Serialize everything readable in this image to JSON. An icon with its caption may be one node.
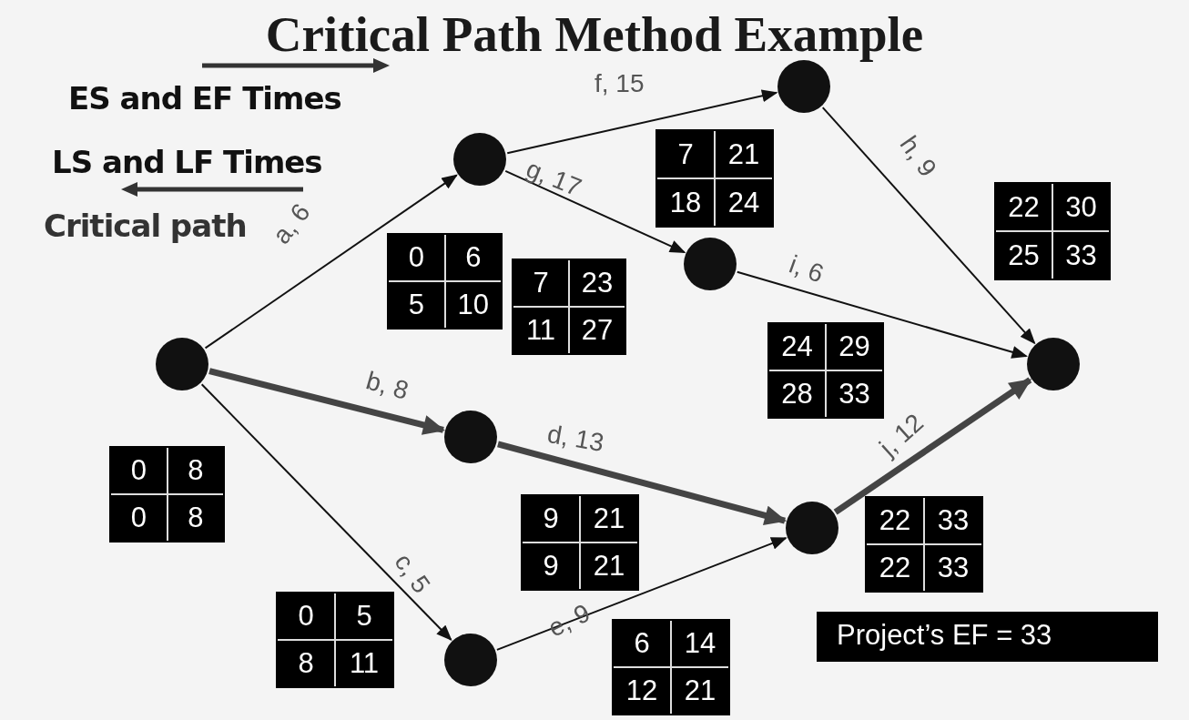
{
  "diagram": {
    "title": "Critical Path Method Example",
    "nodes": [
      {
        "text": [],
        "shape": "circle"
      },
      {
        "text": [],
        "shape": "circle"
      },
      {
        "text": [],
        "shape": "circle"
      },
      {
        "text": [],
        "shape": "circle"
      },
      {
        "text": [],
        "shape": "circle"
      },
      {
        "text": [],
        "shape": "circle"
      },
      {
        "text": [],
        "shape": "circle"
      },
      {
        "text": [],
        "shape": "circle"
      },
      {
        "text": [
          "0",
          "6",
          "5",
          "10"
        ]
      },
      {
        "text": [
          "0",
          "8",
          "0",
          "8"
        ]
      },
      {
        "text": [
          "0",
          "5",
          "8",
          "11"
        ]
      },
      {
        "text": [
          "7",
          "23",
          "11",
          "27"
        ]
      },
      {
        "text": [
          "7",
          "21",
          "18",
          "24"
        ]
      },
      {
        "text": [
          "9",
          "21",
          "9",
          "21"
        ]
      },
      {
        "text": [
          "6",
          "14",
          "12",
          "21"
        ]
      },
      {
        "text": [
          "24",
          "29",
          "28",
          "33"
        ]
      },
      {
        "text": [
          "22",
          "30",
          "25",
          "33"
        ]
      },
      {
        "text": [
          "22",
          "33",
          "22",
          "33"
        ]
      },
      {
        "text": [
          "Project’s EF = 33"
        ]
      }
    ],
    "edges": [
      {
        "from": 0,
        "to": 1,
        "arrow": "to",
        "label": "a, 6"
      },
      {
        "from": 0,
        "to": 4,
        "arrow": "to",
        "label": "b, 8",
        "style": "thick",
        "color": "#444444"
      },
      {
        "from": 0,
        "to": 6,
        "arrow": "to",
        "label": "c, 5"
      },
      {
        "from": 4,
        "to": 5,
        "arrow": "to",
        "label": "d, 13",
        "style": "thick",
        "color": "#444444"
      },
      {
        "from": 6,
        "to": 5,
        "arrow": "to",
        "label": "e, 9"
      },
      {
        "from": 1,
        "to": 2,
        "arrow": "to",
        "label": "f, 15"
      },
      {
        "from": 1,
        "to": 3,
        "arrow": "to",
        "label": "g, 17"
      },
      {
        "from": 2,
        "to": 7,
        "arrow": "to",
        "label": "h, 9"
      },
      {
        "from": 3,
        "to": 7,
        "arrow": "to",
        "label": "i, 6"
      },
      {
        "from": 5,
        "to": 7,
        "arrow": "to",
        "label": "j, 12",
        "style": "thick",
        "color": "#444444"
      }
    ],
    "labels": [
      "ES and EF Times",
      "LS and LF Times",
      "Critical path"
    ]
  }
}
